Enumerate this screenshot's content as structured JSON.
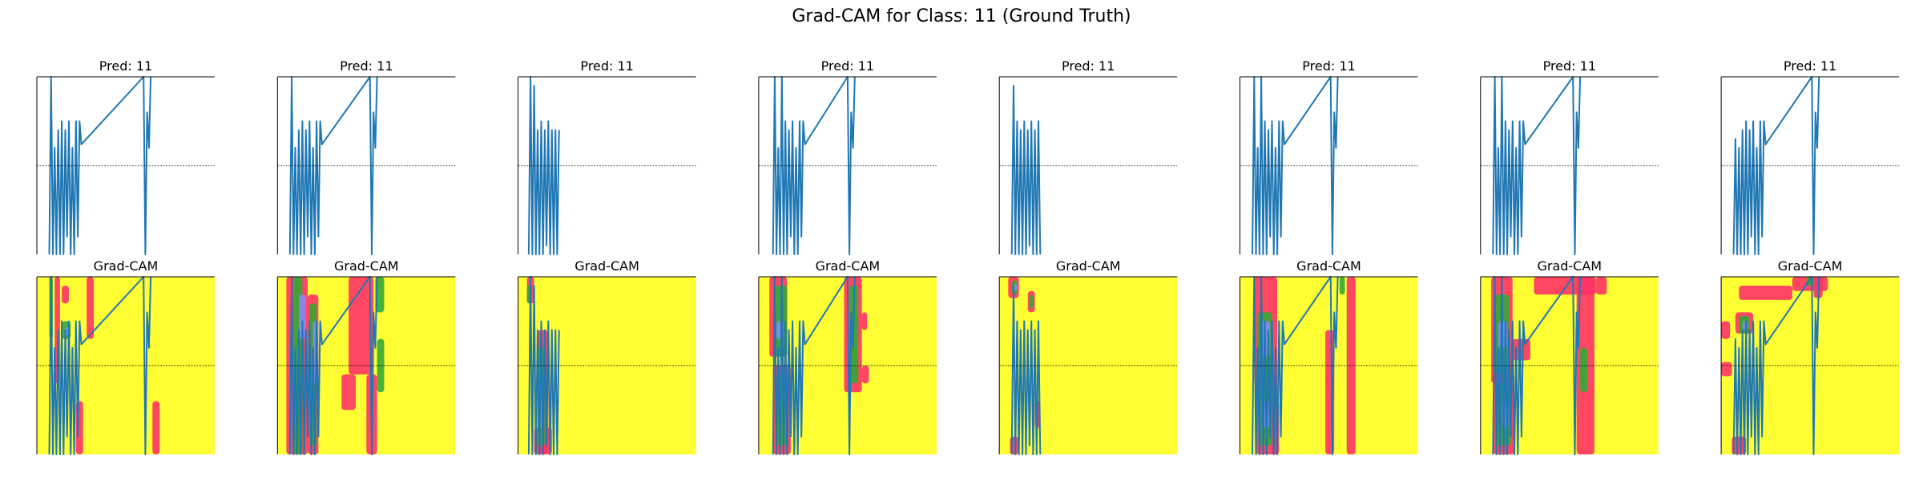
{
  "title": "Grad-CAM for Class: 11 (Ground Truth)",
  "colors": {
    "signal": "#1f77b4",
    "heat_background": "#ffff33",
    "heat_hot": "#ff3366",
    "heat_mid": "#33aa33",
    "heat_cool": "#8888ff",
    "axis": "#000000",
    "midline": "#000000"
  },
  "panels": [
    {
      "pred_title": "Pred: 11",
      "cam_title": "Grad-CAM"
    },
    {
      "pred_title": "Pred: 11",
      "cam_title": "Grad-CAM"
    },
    {
      "pred_title": "Pred: 11",
      "cam_title": "Grad-CAM"
    },
    {
      "pred_title": "Pred: 11",
      "cam_title": "Grad-CAM"
    },
    {
      "pred_title": "Pred: 11",
      "cam_title": "Grad-CAM"
    },
    {
      "pred_title": "Pred: 11",
      "cam_title": "Grad-CAM"
    },
    {
      "pred_title": "Pred: 11",
      "cam_title": "Grad-CAM"
    },
    {
      "pred_title": "Pred: 11",
      "cam_title": "Grad-CAM"
    }
  ],
  "chart_data": {
    "type": "line",
    "xlim": [
      0,
      1
    ],
    "ylim": [
      0,
      1
    ],
    "midline_y": 0.5,
    "axes_visible": false,
    "series": [
      {
        "x": [
          0.07,
          0.08,
          0.09,
          0.1,
          0.11,
          0.12,
          0.13,
          0.14,
          0.15,
          0.16,
          0.17,
          0.18,
          0.19,
          0.2,
          0.21,
          0.22,
          0.23,
          0.24,
          0.25,
          0.6,
          0.61,
          0.62,
          0.63,
          0.64
        ],
        "y": [
          0.0,
          1.0,
          0.0,
          0.6,
          0.0,
          0.7,
          0.0,
          0.75,
          0.0,
          0.7,
          0.1,
          0.75,
          0.0,
          0.6,
          0.0,
          0.75,
          0.1,
          0.75,
          0.62,
          1.0,
          0.0,
          0.8,
          0.6,
          1.0
        ]
      },
      {
        "x": [
          0.07,
          0.08,
          0.09,
          0.1,
          0.11,
          0.12,
          0.13,
          0.14,
          0.15,
          0.16,
          0.17,
          0.18,
          0.19,
          0.2,
          0.21,
          0.22,
          0.23,
          0.24,
          0.25,
          0.52,
          0.53,
          0.54,
          0.55,
          0.56
        ],
        "y": [
          0.0,
          1.0,
          0.0,
          0.6,
          0.0,
          0.7,
          0.0,
          0.75,
          0.0,
          0.7,
          0.1,
          0.75,
          0.0,
          0.6,
          0.0,
          0.75,
          0.1,
          0.75,
          0.62,
          1.0,
          0.0,
          0.8,
          0.6,
          1.0
        ]
      },
      {
        "x": [
          0.06,
          0.07,
          0.08,
          0.09,
          0.1,
          0.11,
          0.12,
          0.13,
          0.14,
          0.15,
          0.16,
          0.17,
          0.18,
          0.19,
          0.2,
          0.21,
          0.22,
          0.23
        ],
        "y": [
          0.0,
          1.0,
          0.0,
          0.95,
          0.0,
          0.7,
          0.0,
          0.75,
          0.0,
          0.7,
          0.05,
          0.75,
          0.0,
          0.7,
          0.0,
          0.7,
          0.0,
          0.7
        ]
      },
      {
        "x": [
          0.08,
          0.09,
          0.1,
          0.11,
          0.12,
          0.13,
          0.14,
          0.15,
          0.16,
          0.17,
          0.18,
          0.19,
          0.2,
          0.21,
          0.22,
          0.23,
          0.24,
          0.25,
          0.26,
          0.5,
          0.51,
          0.52,
          0.53,
          0.54
        ],
        "y": [
          0.0,
          1.0,
          0.0,
          0.6,
          0.0,
          1.0,
          0.0,
          0.75,
          0.0,
          0.7,
          0.1,
          0.75,
          0.0,
          0.6,
          0.0,
          0.75,
          0.1,
          0.75,
          0.62,
          1.0,
          0.0,
          0.8,
          0.6,
          1.0
        ]
      },
      {
        "x": [
          0.07,
          0.08,
          0.09,
          0.1,
          0.11,
          0.12,
          0.13,
          0.14,
          0.15,
          0.16,
          0.17,
          0.18,
          0.19,
          0.2,
          0.21,
          0.22,
          0.23
        ],
        "y": [
          0.0,
          0.95,
          0.0,
          0.75,
          0.0,
          0.7,
          0.0,
          0.75,
          0.0,
          0.7,
          0.05,
          0.75,
          0.0,
          0.7,
          0.0,
          0.75,
          0.0
        ]
      },
      {
        "x": [
          0.07,
          0.08,
          0.09,
          0.1,
          0.11,
          0.12,
          0.13,
          0.14,
          0.15,
          0.16,
          0.17,
          0.18,
          0.19,
          0.2,
          0.21,
          0.22,
          0.23,
          0.24,
          0.25,
          0.51,
          0.52,
          0.53,
          0.54,
          0.55
        ],
        "y": [
          0.0,
          1.0,
          0.0,
          0.6,
          0.0,
          1.0,
          0.0,
          0.75,
          0.0,
          0.7,
          0.1,
          0.75,
          0.0,
          0.6,
          0.0,
          0.75,
          0.1,
          0.75,
          0.62,
          1.0,
          0.0,
          0.8,
          0.6,
          1.0
        ]
      },
      {
        "x": [
          0.07,
          0.08,
          0.09,
          0.1,
          0.11,
          0.12,
          0.13,
          0.14,
          0.15,
          0.16,
          0.17,
          0.18,
          0.19,
          0.2,
          0.21,
          0.22,
          0.23,
          0.24,
          0.25,
          0.52,
          0.53,
          0.54,
          0.55,
          0.56
        ],
        "y": [
          0.0,
          1.0,
          0.0,
          0.6,
          0.0,
          1.0,
          0.0,
          0.75,
          0.0,
          0.7,
          0.1,
          0.75,
          0.0,
          0.6,
          0.0,
          0.75,
          0.1,
          0.75,
          0.62,
          1.0,
          0.0,
          0.8,
          0.6,
          1.0
        ]
      },
      {
        "x": [
          0.07,
          0.08,
          0.09,
          0.1,
          0.11,
          0.12,
          0.13,
          0.14,
          0.15,
          0.16,
          0.17,
          0.18,
          0.19,
          0.2,
          0.21,
          0.22,
          0.23,
          0.24,
          0.25,
          0.51,
          0.52,
          0.53,
          0.54,
          0.55
        ],
        "y": [
          0.0,
          0.65,
          0.0,
          0.6,
          0.0,
          0.7,
          0.0,
          0.75,
          0.0,
          0.7,
          0.1,
          0.75,
          0.0,
          0.6,
          0.0,
          0.75,
          0.1,
          0.75,
          0.62,
          1.0,
          0.0,
          0.8,
          0.6,
          1.0
        ]
      }
    ],
    "heatmaps": [
      {
        "hot": [
          [
            0.1,
            0.0,
            0.03,
            0.6
          ],
          [
            0.22,
            0.7,
            0.04,
            0.3
          ],
          [
            0.28,
            0.0,
            0.04,
            0.35
          ],
          [
            0.65,
            0.7,
            0.04,
            0.3
          ],
          [
            0.14,
            0.05,
            0.04,
            0.1
          ]
        ],
        "mid": [
          [
            0.14,
            0.25,
            0.05,
            0.1
          ],
          [
            0.07,
            0.0,
            0.02,
            0.35
          ]
        ],
        "cool": [
          [
            0.16,
            0.28,
            0.02,
            0.05
          ]
        ]
      },
      {
        "hot": [
          [
            0.05,
            0.0,
            0.12,
            1.0
          ],
          [
            0.17,
            0.1,
            0.06,
            0.9
          ],
          [
            0.4,
            0.0,
            0.14,
            0.55
          ],
          [
            0.36,
            0.55,
            0.08,
            0.2
          ],
          [
            0.5,
            0.55,
            0.06,
            0.45
          ]
        ],
        "mid": [
          [
            0.09,
            0.0,
            0.05,
            1.0
          ],
          [
            0.18,
            0.15,
            0.04,
            0.8
          ],
          [
            0.55,
            0.0,
            0.05,
            0.2
          ],
          [
            0.56,
            0.35,
            0.04,
            0.3
          ]
        ],
        "cool": [
          [
            0.12,
            0.1,
            0.04,
            0.25
          ],
          [
            0.2,
            0.25,
            0.03,
            0.35
          ]
        ]
      },
      {
        "hot": [
          [
            0.05,
            0.0,
            0.04,
            0.15
          ],
          [
            0.11,
            0.3,
            0.06,
            0.7
          ],
          [
            0.09,
            0.85,
            0.1,
            0.15
          ]
        ],
        "mid": [
          [
            0.11,
            0.4,
            0.04,
            0.55
          ],
          [
            0.05,
            0.05,
            0.02,
            0.1
          ]
        ],
        "cool": [
          [
            0.12,
            0.55,
            0.02,
            0.3
          ]
        ]
      },
      {
        "hot": [
          [
            0.06,
            0.0,
            0.1,
            0.45
          ],
          [
            0.08,
            0.5,
            0.1,
            0.5
          ],
          [
            0.48,
            0.0,
            0.1,
            0.65
          ],
          [
            0.58,
            0.2,
            0.03,
            0.1
          ],
          [
            0.58,
            0.5,
            0.04,
            0.1
          ]
        ],
        "mid": [
          [
            0.09,
            0.05,
            0.07,
            0.4
          ],
          [
            0.1,
            0.55,
            0.06,
            0.4
          ],
          [
            0.51,
            0.05,
            0.05,
            0.55
          ]
        ],
        "cool": [
          [
            0.1,
            0.25,
            0.04,
            0.1
          ]
        ]
      },
      {
        "hot": [
          [
            0.05,
            0.0,
            0.06,
            0.12
          ],
          [
            0.16,
            0.08,
            0.04,
            0.12
          ],
          [
            0.06,
            0.9,
            0.05,
            0.1
          ],
          [
            0.2,
            0.7,
            0.03,
            0.15
          ]
        ],
        "mid": [
          [
            0.07,
            0.02,
            0.03,
            0.08
          ],
          [
            0.17,
            0.1,
            0.02,
            0.08
          ]
        ],
        "cool": [
          [
            0.08,
            0.04,
            0.02,
            0.04
          ]
        ]
      },
      {
        "hot": [
          [
            0.08,
            0.0,
            0.13,
            0.6
          ],
          [
            0.09,
            0.55,
            0.12,
            0.45
          ],
          [
            0.48,
            0.3,
            0.05,
            0.7
          ],
          [
            0.6,
            0.0,
            0.05,
            1.0
          ],
          [
            0.18,
            0.7,
            0.04,
            0.3
          ]
        ],
        "mid": [
          [
            0.1,
            0.2,
            0.08,
            0.4
          ],
          [
            0.11,
            0.6,
            0.07,
            0.35
          ],
          [
            0.56,
            0.0,
            0.03,
            0.1
          ]
        ],
        "cool": [
          [
            0.12,
            0.25,
            0.05,
            0.2
          ],
          [
            0.13,
            0.7,
            0.04,
            0.15
          ]
        ]
      },
      {
        "hot": [
          [
            0.06,
            0.0,
            0.12,
            0.6
          ],
          [
            0.07,
            0.55,
            0.12,
            0.45
          ],
          [
            0.18,
            0.35,
            0.1,
            0.12
          ],
          [
            0.3,
            0.0,
            0.35,
            0.1
          ],
          [
            0.54,
            0.0,
            0.1,
            1.0
          ],
          [
            0.65,
            0.0,
            0.06,
            0.1
          ]
        ],
        "mid": [
          [
            0.08,
            0.1,
            0.08,
            0.45
          ],
          [
            0.09,
            0.6,
            0.08,
            0.35
          ],
          [
            0.56,
            0.4,
            0.04,
            0.25
          ]
        ],
        "cool": [
          [
            0.1,
            0.25,
            0.05,
            0.15
          ],
          [
            0.12,
            0.7,
            0.04,
            0.15
          ]
        ]
      },
      {
        "hot": [
          [
            0.0,
            0.25,
            0.05,
            0.1
          ],
          [
            0.0,
            0.48,
            0.06,
            0.08
          ],
          [
            0.1,
            0.05,
            0.3,
            0.08
          ],
          [
            0.4,
            0.0,
            0.2,
            0.08
          ],
          [
            0.52,
            0.0,
            0.05,
            0.12
          ],
          [
            0.08,
            0.2,
            0.1,
            0.12
          ],
          [
            0.06,
            0.9,
            0.08,
            0.1
          ]
        ],
        "mid": [
          [
            0.1,
            0.22,
            0.06,
            0.1
          ],
          [
            0.48,
            0.0,
            0.04,
            0.05
          ]
        ],
        "cool": [
          [
            0.12,
            0.25,
            0.03,
            0.05
          ]
        ]
      }
    ]
  }
}
